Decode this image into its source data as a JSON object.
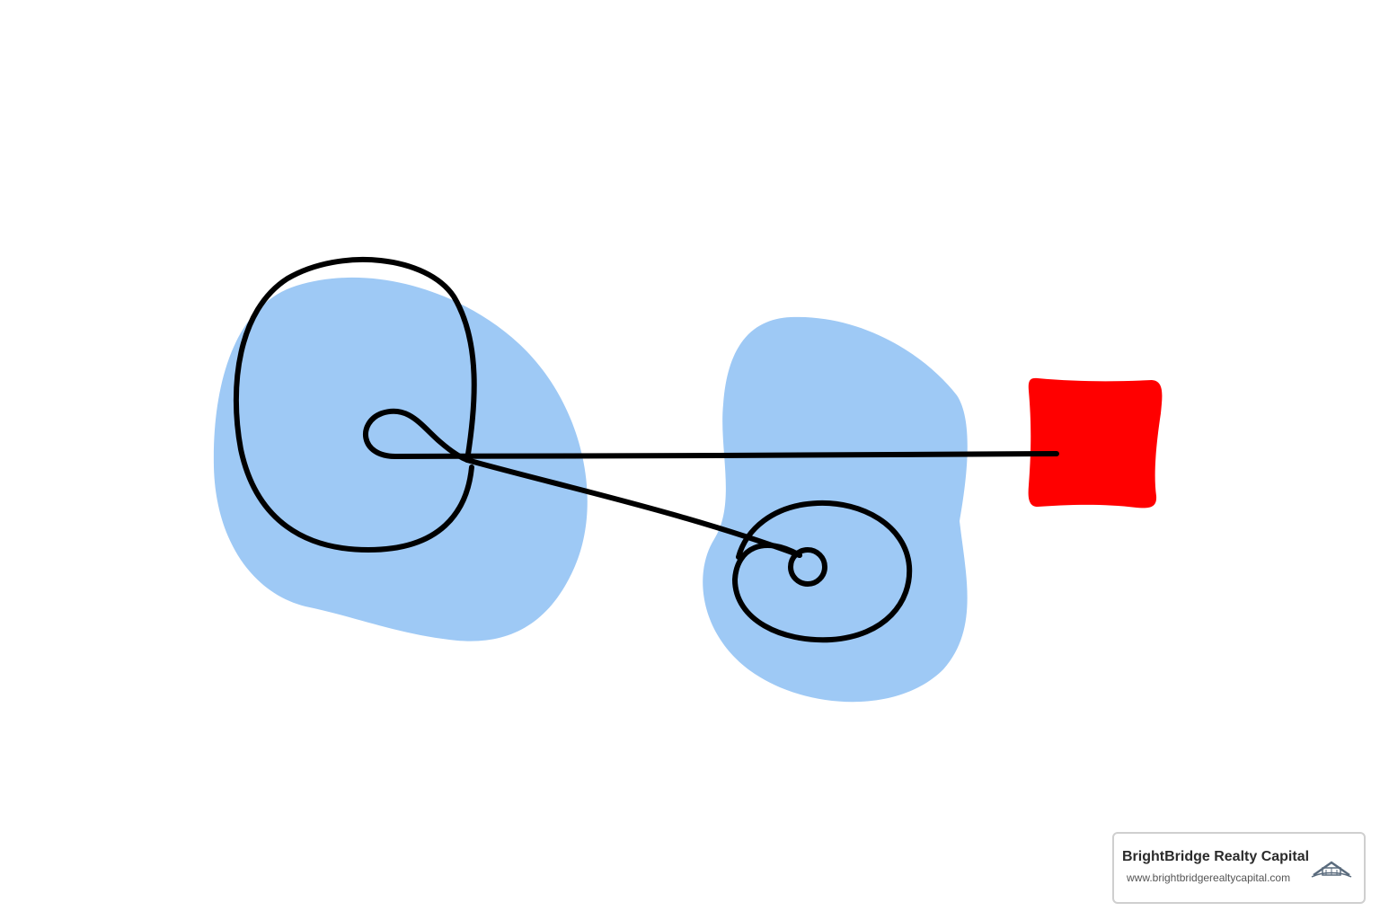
{
  "colors": {
    "background": "#ffffff",
    "region_fill": "#9ec9f5",
    "path_stroke": "#000000",
    "target_fill": "#ff0000",
    "card_border": "#cfcfcf",
    "brand_text": "#2b2b2b",
    "url_text": "#555555",
    "logo_color": "#5a6b7d"
  },
  "diagram": {
    "regions": [
      "left-region",
      "right-region"
    ],
    "target": "target-square",
    "path": "looping-path-to-target"
  },
  "brand": {
    "name": "BrightBridge Realty Capital",
    "url": "www.brightbridgerealtycapital.com",
    "logo_icon": "bridge-house-logo-icon"
  }
}
